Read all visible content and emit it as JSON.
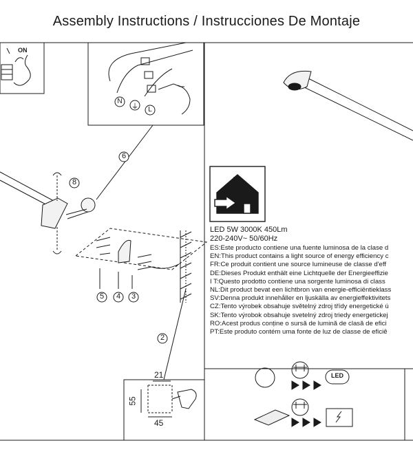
{
  "title": "Assembly Instructions / Instrucciones De Montaje",
  "switch_label": "ON",
  "wire_labels": {
    "neutral": "N",
    "earth": "⏚",
    "live": "L"
  },
  "callouts": {
    "c6": "6",
    "c8": "8",
    "c5": "5",
    "c4": "4",
    "c3": "3",
    "c2": "2"
  },
  "dimensions": {
    "top": "21",
    "side": "55",
    "bottom": "45"
  },
  "spec": {
    "line1": "LED 5W 3000K 450Lm",
    "line2": "220-240V~  50/60Hz"
  },
  "languages": [
    "ES:Este producto contiene una fuente luminosa de la clase d",
    "EN:This product contains a light source of energy efficiency c",
    "FR:Ce produit contient une source lumineuse de classe d'eff",
    "DE:Dieses Produkt enthält eine Lichtquelle der Energieeffizie",
    "I T:Questo prodotto contiene una sorgente luminosa di class",
    "NL:Dit product bevat een lichtbron van energie-efficiëntieklass",
    "SV:Denna produkt innehåller en ljuskälla av energieffektivitets",
    "CZ:Tento výrobek obsahuje světelný zdroj třídy energetické ú",
    "SK:Tento výrobok obsahuje svetelný zdroj triedy energetickej",
    "RO:Acest produs conține o sursă de lumină de clasă de efici",
    "PT:Este produto contém uma fonte de luz de classe de eficiê"
  ],
  "led_icon_label": "LED",
  "colors": {
    "line": "#1a1a1a",
    "fill_light": "#e8e8e8"
  }
}
